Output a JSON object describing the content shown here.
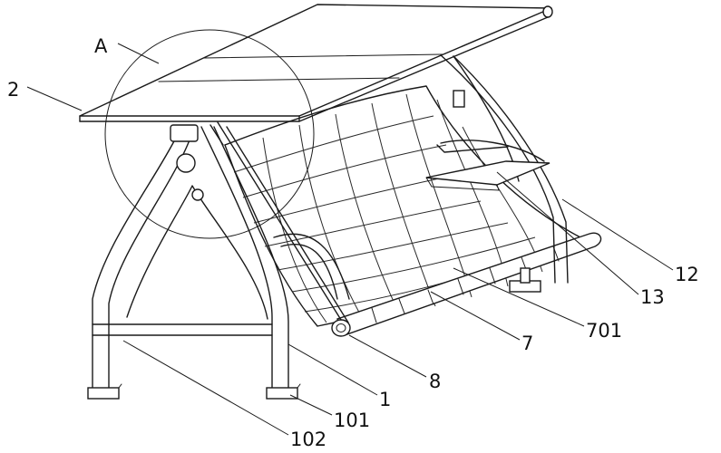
{
  "figure": {
    "labels": {
      "A": "A",
      "canopy": "2",
      "side_frame_right": "12",
      "armrest_tray": "13",
      "net_strip": "701",
      "seat": "7",
      "roller": "8",
      "frame": "1",
      "foot": "101",
      "crossbar": "102"
    }
  }
}
